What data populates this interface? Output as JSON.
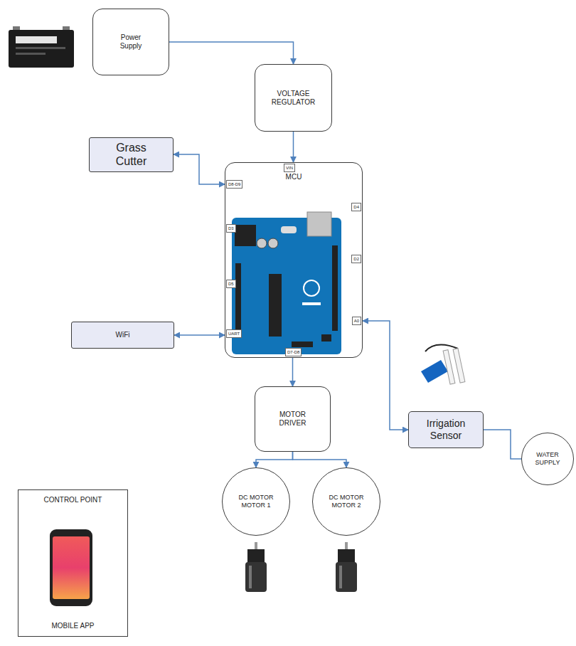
{
  "diagram": {
    "nodes": [
      {
        "text": [
          "Power Supply"
        ]
      },
      {
        "text": [
          "VOLTAGE REGULATOR"
        ]
      },
      {
        "text": [
          "Grass Cutter"
        ]
      },
      {
        "text": [
          "MCU"
        ]
      },
      {
        "text": [
          "WiFi"
        ]
      },
      {
        "text": [
          "MOTOR DRIVER"
        ]
      },
      {
        "text": [
          "Irrigation Sensor"
        ]
      },
      {
        "text": [
          "DC MOTOR MOTOR 1"
        ]
      },
      {
        "text": [
          "DC MOTOR MOTOR 2"
        ]
      },
      {
        "text": [
          "WATER SUPPLY"
        ]
      },
      {
        "text": [
          "CONTROL POINT",
          "MOBILE APP"
        ]
      }
    ],
    "edges": [
      {
        "from": 0,
        "to": 1,
        "arrow": "to"
      },
      {
        "from": 1,
        "to": 3,
        "arrow": "to"
      },
      {
        "from": 2,
        "to": 3,
        "arrow": "both"
      },
      {
        "from": 4,
        "to": 3,
        "arrow": "both"
      },
      {
        "from": 3,
        "to": 5,
        "arrow": "to"
      },
      {
        "from": 5,
        "to": 7,
        "arrow": "to"
      },
      {
        "from": 5,
        "to": 8,
        "arrow": "to"
      },
      {
        "from": 3,
        "to": 6,
        "arrow": "both"
      },
      {
        "from": 6,
        "to": 9,
        "arrow": "none"
      }
    ],
    "labels": [
      "VIN",
      "D8-D9",
      "D3",
      "D5",
      "UART",
      "D4",
      "D2",
      "A0",
      "D7-D8"
    ]
  }
}
